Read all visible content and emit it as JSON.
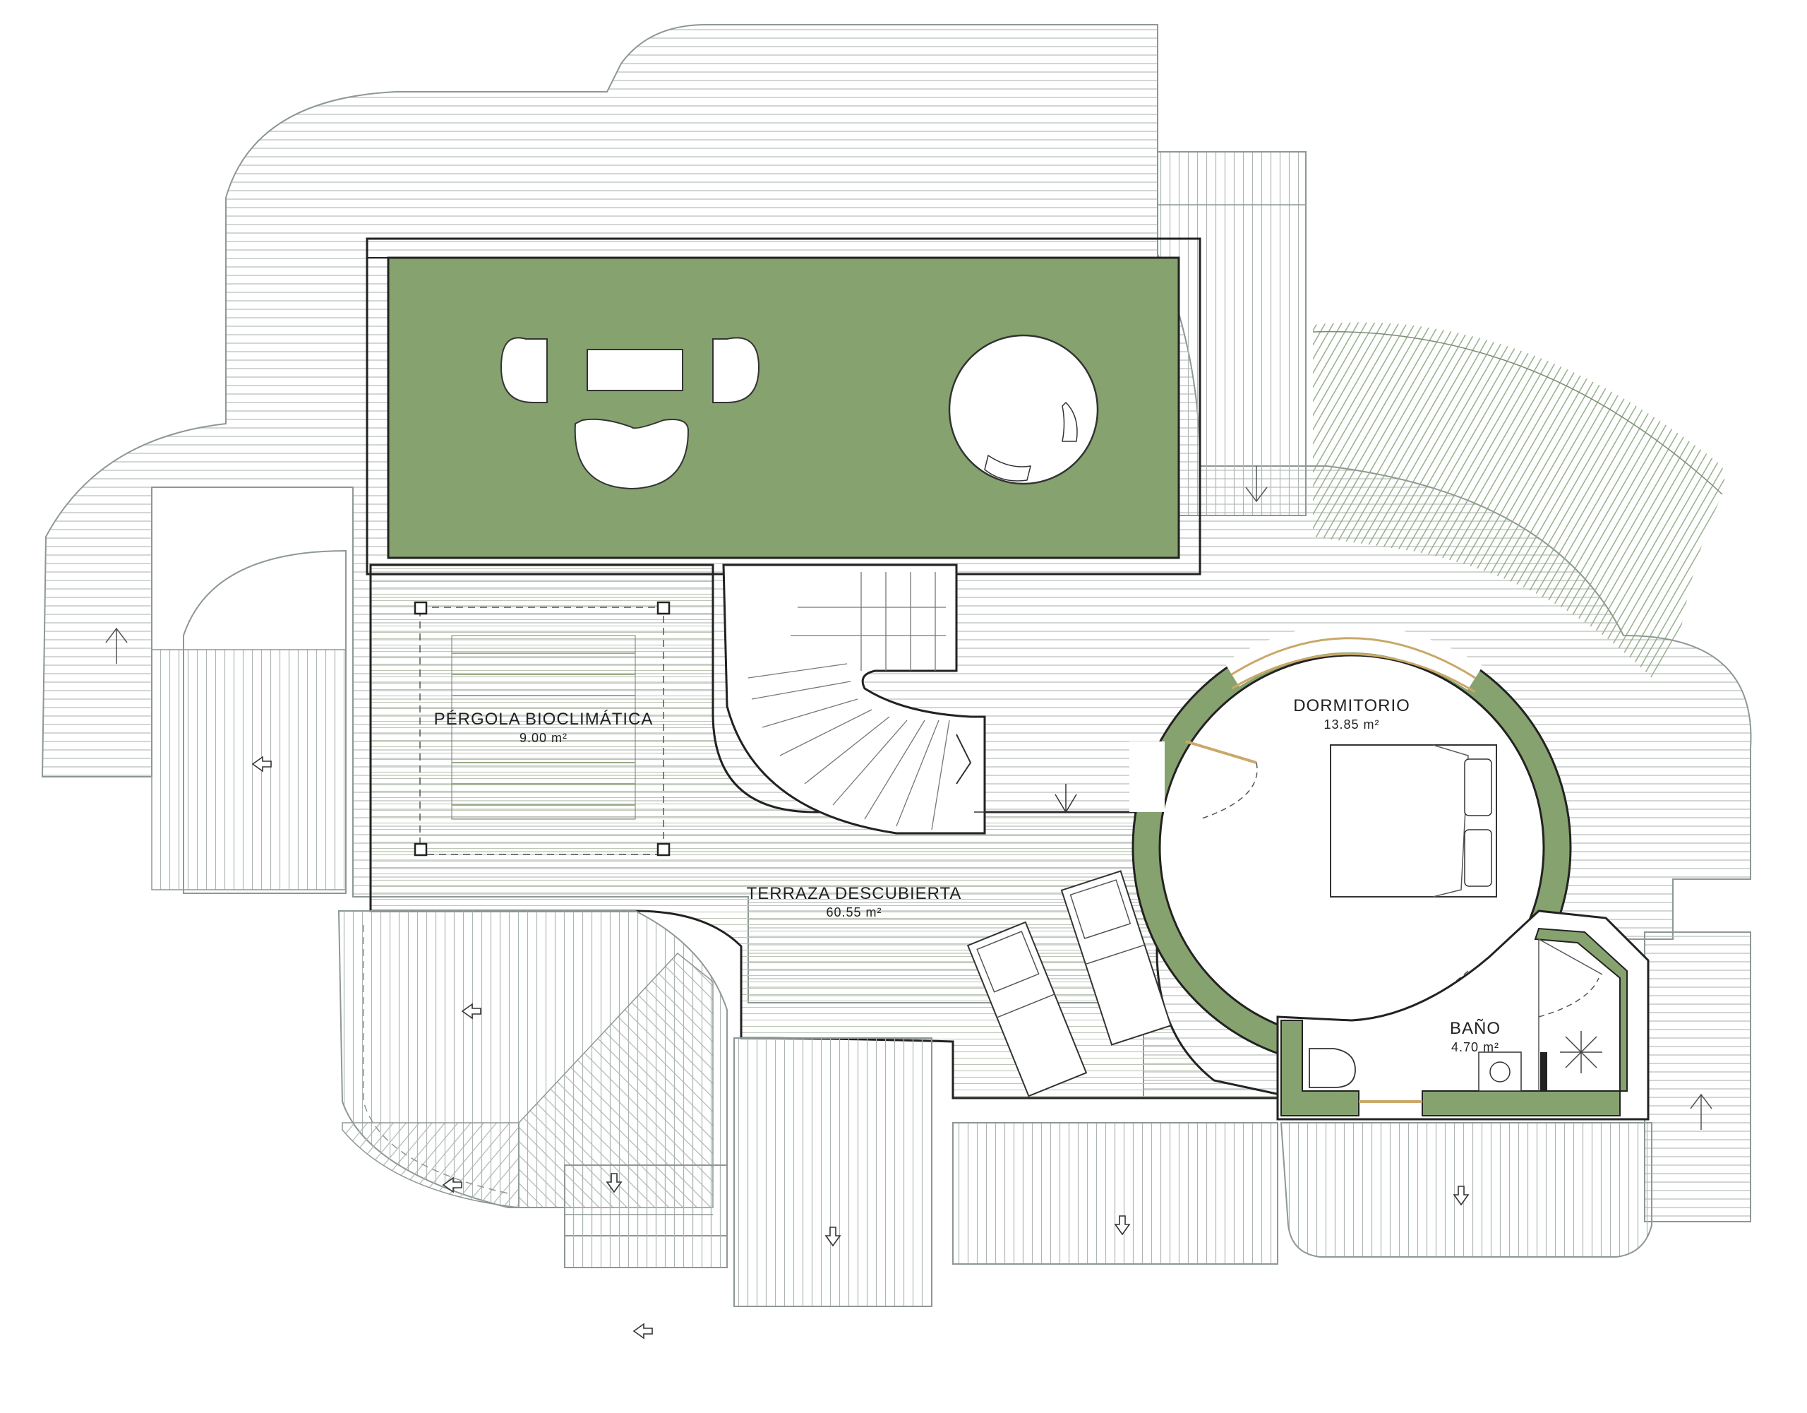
{
  "rooms": {
    "pergola": {
      "name": "PÉRGOLA BIOCLIMÁTICA",
      "area": "9.00 m²"
    },
    "terrace": {
      "name": "TERRAZA DESCUBIERTA",
      "area": "60.55 m²"
    },
    "bedroom": {
      "name": "DORMITORIO",
      "area": "13.85 m²"
    },
    "bathroom": {
      "name": "BAÑO",
      "area": "4.70 m²"
    }
  },
  "colors": {
    "wall_green": "#7f9971",
    "garden_green": "#86a26e",
    "terrace_floor": "#f4f6ea",
    "line": "#9aa3a0",
    "wall_line": "#222222",
    "hatch_green": "#8ea882"
  },
  "symbols": {
    "drain": "arrow-marker-icon",
    "shower": "shower-icon",
    "toilet": "toilet-icon",
    "sink": "sink-icon"
  }
}
